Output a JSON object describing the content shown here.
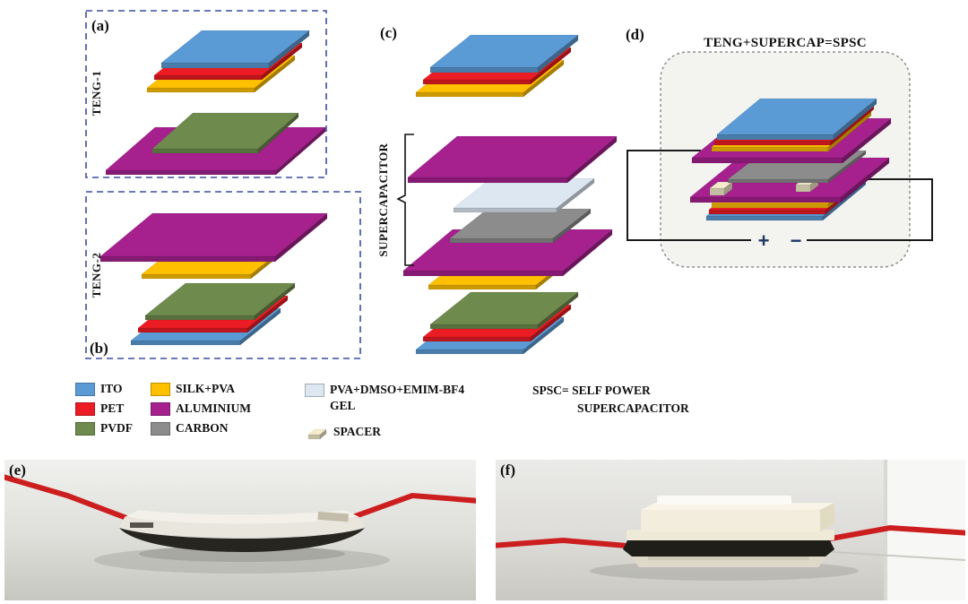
{
  "colors": {
    "ito": "#5B9BD5",
    "pet": "#EC1C24",
    "pvdf": "#6E8B4D",
    "silk": "#FFC000",
    "aluminium": "#A6208E",
    "carbon": "#8C8C8C",
    "gel": "#DCE7F2",
    "spacer": "#F4ECCB",
    "box_blue": "#3B4DA0",
    "wire": "#1a1a1a",
    "terminal": "#1F3864"
  },
  "panels": {
    "a": {
      "label": "(a)",
      "group": "TENG-1"
    },
    "b": {
      "label": "(b)",
      "group": "TENG-2"
    },
    "c": {
      "label": "(c)",
      "group": "SUPERCAPACITOR"
    },
    "d": {
      "label": "(d)",
      "title": "TENG+SUPERCAP=SPSC",
      "plus": "+",
      "minus": "−"
    },
    "e": {
      "label": "(e)"
    },
    "f": {
      "label": "(f)"
    }
  },
  "legend": {
    "items": [
      {
        "key": "ito",
        "label": "ITO"
      },
      {
        "key": "pet",
        "label": "PET"
      },
      {
        "key": "pvdf",
        "label": "PVDF"
      },
      {
        "key": "silk",
        "label": "SILK+PVA"
      },
      {
        "key": "aluminium",
        "label": "ALUMINIUM"
      },
      {
        "key": "carbon",
        "label": "CARBON"
      },
      {
        "key": "gel",
        "label": "PVA+DMSO+EMIM-BF4 GEL",
        "line1": "PVA+DMSO+EMIM-BF4",
        "line2": "GEL"
      },
      {
        "key": "spacer",
        "label": "SPACER"
      }
    ],
    "note_line1": "SPSC= SELF POWER",
    "note_line2": "SUPERCAPACITOR"
  }
}
